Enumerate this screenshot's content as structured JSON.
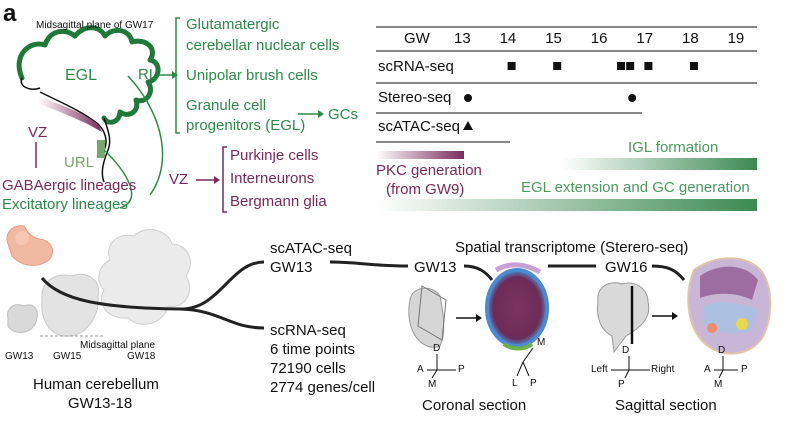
{
  "panel_label": "a",
  "colors": {
    "green": "#2e8a4a",
    "purple": "#7a2a5a",
    "black": "#111111",
    "gray": "#bdbdbd"
  },
  "schematic": {
    "title": "Midsagittal plane of GW17",
    "egl": "EGL",
    "vz": "VZ",
    "url": "URL",
    "gaba": "GABAergic lineages",
    "excitatory": "Excitatory lineages"
  },
  "rl_branch": {
    "source": "RL",
    "items": [
      "Glutamatergic",
      "cerebellar nuclear cells",
      "Unipolar brush cells",
      "Granule cell",
      "progenitors (EGL)"
    ],
    "target": "GCs"
  },
  "vz_branch": {
    "source": "VZ",
    "items": [
      "Purkinje cells",
      "Interneurons",
      "Bergmann glia"
    ]
  },
  "timeline": {
    "header": "GW",
    "weeks": [
      "13",
      "14",
      "15",
      "16",
      "17",
      "18",
      "19"
    ],
    "rows": [
      {
        "label": "scRNA-seq",
        "marker": "square",
        "points": [
          14,
          15,
          16.4,
          16.6,
          17,
          18
        ]
      },
      {
        "label": "Stereo-seq",
        "marker": "circle",
        "points": [
          13,
          16.6
        ]
      },
      {
        "label": "scATAC-seq",
        "marker": "triangle",
        "points": [
          13
        ]
      }
    ],
    "events": {
      "pkc": [
        "PKC generation",
        "(from GW9)"
      ],
      "igl": "IGL formation",
      "egl": "EGL extension and GC generation"
    }
  },
  "workflow": {
    "sample_labels": [
      "GW13",
      "GW15",
      "GW18"
    ],
    "midsagittal": "Midsagittal plane",
    "human_label": [
      "Human cerebellum",
      "GW13-18"
    ],
    "scatac": [
      "scATAC-seq",
      "GW13"
    ],
    "scrna": [
      "scRNA-seq",
      "6 time points",
      "72190 cells",
      "2774 genes/cell"
    ],
    "spatial_title": "Spatial transcriptome (Sterero-seq)",
    "coronal": {
      "label": "GW13",
      "section": "Coronal section",
      "axes_left": [
        "D",
        "A",
        "P",
        "M"
      ],
      "axes_right": [
        "M",
        "L",
        "P"
      ]
    },
    "sagittal": {
      "label": "GW16",
      "section": "Sagittal section",
      "axes_left": [
        "D",
        "Left",
        "Right",
        "P"
      ],
      "axes_right": [
        "D",
        "A",
        "P",
        "M"
      ]
    }
  }
}
